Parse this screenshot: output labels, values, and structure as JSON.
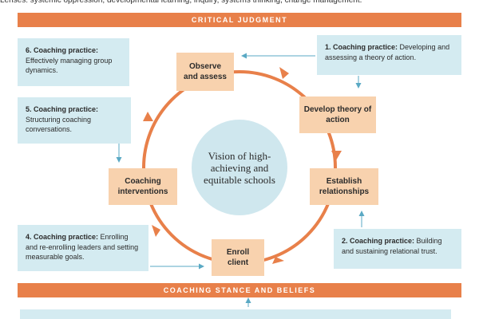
{
  "header": {
    "lenses_text": "Lenses: systemic oppression, developmental learning, inquiry, systems thinking, change management."
  },
  "bands": {
    "top": "CRITICAL JUDGMENT",
    "bottom": "COACHING STANCE AND BELIEFS"
  },
  "center": {
    "vision": "Vision of high-achieving and equitable schools"
  },
  "cycle_steps": {
    "observe": "Observe and assess",
    "develop": "Develop theory of action",
    "establish": "Establish relationships",
    "enroll": "Enroll client",
    "interventions": "Coaching interventions"
  },
  "practices": {
    "p1": {
      "label": "1. Coaching practice:",
      "text": " Developing and assessing a theory of action."
    },
    "p2": {
      "label": "2. Coaching practice:",
      "text": " Building and sustaining relational trust."
    },
    "p4": {
      "label": "4. Coaching practice:",
      "text": " Enrolling and re-enrolling leaders and setting measurable goals."
    },
    "p5": {
      "label": "5. Coaching practice:",
      "text": " Structuring coaching conversations."
    },
    "p6": {
      "label": "6. Coaching practice:",
      "text": " Effectively managing group dynamics."
    }
  },
  "colors": {
    "orange_accent": "#e8804a",
    "orange_box": "#f8d2ae",
    "blue_box": "#d4ebf1",
    "arrow_blue": "#5aa9c4"
  }
}
